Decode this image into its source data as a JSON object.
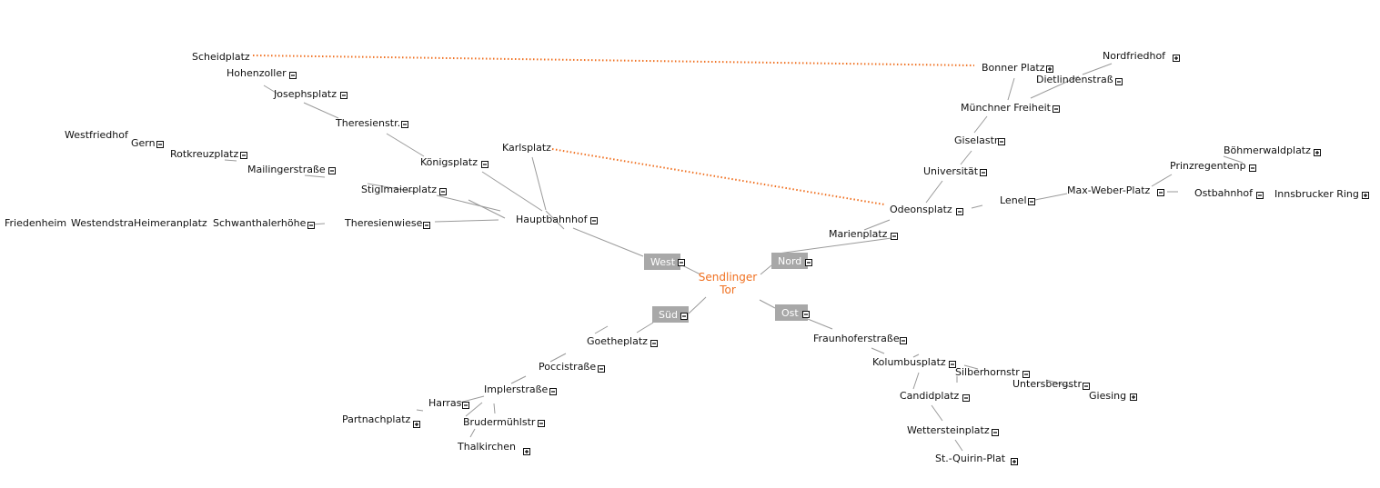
{
  "root": {
    "label_line1": "Sendlinger",
    "label_line2": "Tor"
  },
  "branches": {
    "west": "West",
    "nord": "Nord",
    "sued": "Süd",
    "ost": "Ost"
  },
  "nodes": {
    "scheidplatz": "Scheidplatz",
    "hohenzoller": "Hohenzoller",
    "josephsplatz": "Josephsplatz",
    "theresienstr": "Theresienstr.",
    "westfriedhof": "Westfriedhof",
    "gern": "Gern",
    "rotkreuzplatz": "Rotkreuzplatz",
    "mailingerstrasse": "Mailingerstraße",
    "koenigsplatz": "Königsplatz",
    "karlsplatz": "Karlsplatz",
    "stiglmaierplatz": "Stiglmaierplatz",
    "friedenheim": "Friedenheim",
    "westendstr": "Westendstra",
    "heimeranplatz": "Heimeranplatz",
    "schwanthalerhoehe": "Schwanthalerhöhe",
    "theresienwiese": "Theresienwiese",
    "hauptbahnhof": "Hauptbahnhof",
    "bonner_platz": "Bonner Platz",
    "nordfriedhof": "Nordfriedhof",
    "dietlindenstr": "Dietlindenstraß",
    "muenchner_freiheit": "Münchner Freiheit",
    "giselastr": "Giselastr",
    "universitaet": "Universität",
    "odeonsplatz": "Odeonsplatz",
    "marienplatz": "Marienplatz",
    "lenel": "Lenel",
    "max_weber_platz": "Max-Weber-Platz",
    "prinzregentenp": "Prinzregentenp",
    "boehmerwaldplatz": "Böhmerwaldplatz",
    "ostbahnhof": "Ostbahnhof",
    "innsbrucker_ring": "Innsbrucker Ring",
    "goetheplatz": "Goetheplatz",
    "poccistrasse": "Poccistraße",
    "implerstrasse": "Implerstraße",
    "harras": "Harras",
    "partnachplatz": "Partnachplatz",
    "brudermuehlstr": "Brudermühlstr",
    "thalkirchen": "Thalkirchen",
    "fraunhoferstrasse": "Fraunhoferstraße",
    "kolumbusplatz": "Kolumbusplatz",
    "silberhornstr": "Silberhornstr",
    "untersbergstr": "Untersbergstr",
    "giesing": "Giesing",
    "candidplatz": "Candidplatz",
    "wettersteinplatz": "Wettersteinplatz",
    "st_quirin_plat": "St.-Quirin-Plat"
  },
  "colors": {
    "accent": "#f07020",
    "branch_box": "#a8a8a8",
    "edge": "#9a9a9a",
    "text": "#111111"
  }
}
